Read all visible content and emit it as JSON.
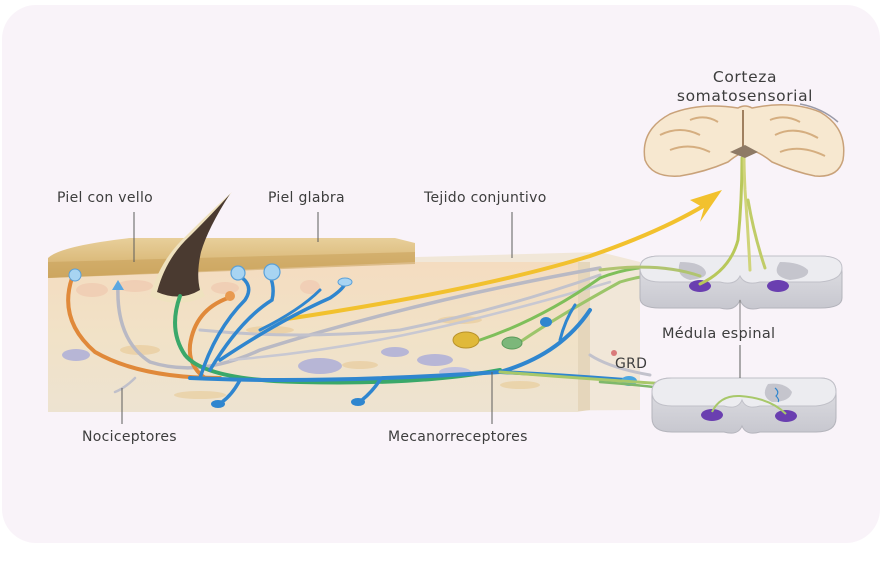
{
  "figure": {
    "title": "Vías somatosensoriales: de la piel a la corteza",
    "background_color": "#f9f3f9",
    "labels": {
      "hairy_skin": "Piel con vello",
      "glabrous_skin": "Piel glabra",
      "connective_tissue": "Tejido conjuntivo",
      "cortex_line1": "Corteza",
      "cortex_line2": "somatosensorial",
      "spinal_cord": "Médula espinal",
      "drg": "GRD",
      "nociceptors": "Nociceptores",
      "mechanoreceptors": "Mecanorreceptores"
    },
    "colors": {
      "skin_top": "#d9b878",
      "skin_body": "#f3e1c4",
      "nociceptor_orange": "#e0893a",
      "mechanoreceptor_blue": "#2f86cf",
      "fiber_green": "#3aa86a",
      "fiber_gray": "#b9b9c4",
      "ascending_yellow": "#f2c12e",
      "neuron_purple": "#6a3fb0",
      "spinal_gray": "#d9d9de",
      "brain_cream": "#f7e8d0",
      "brain_outline": "#c9a27a"
    }
  }
}
